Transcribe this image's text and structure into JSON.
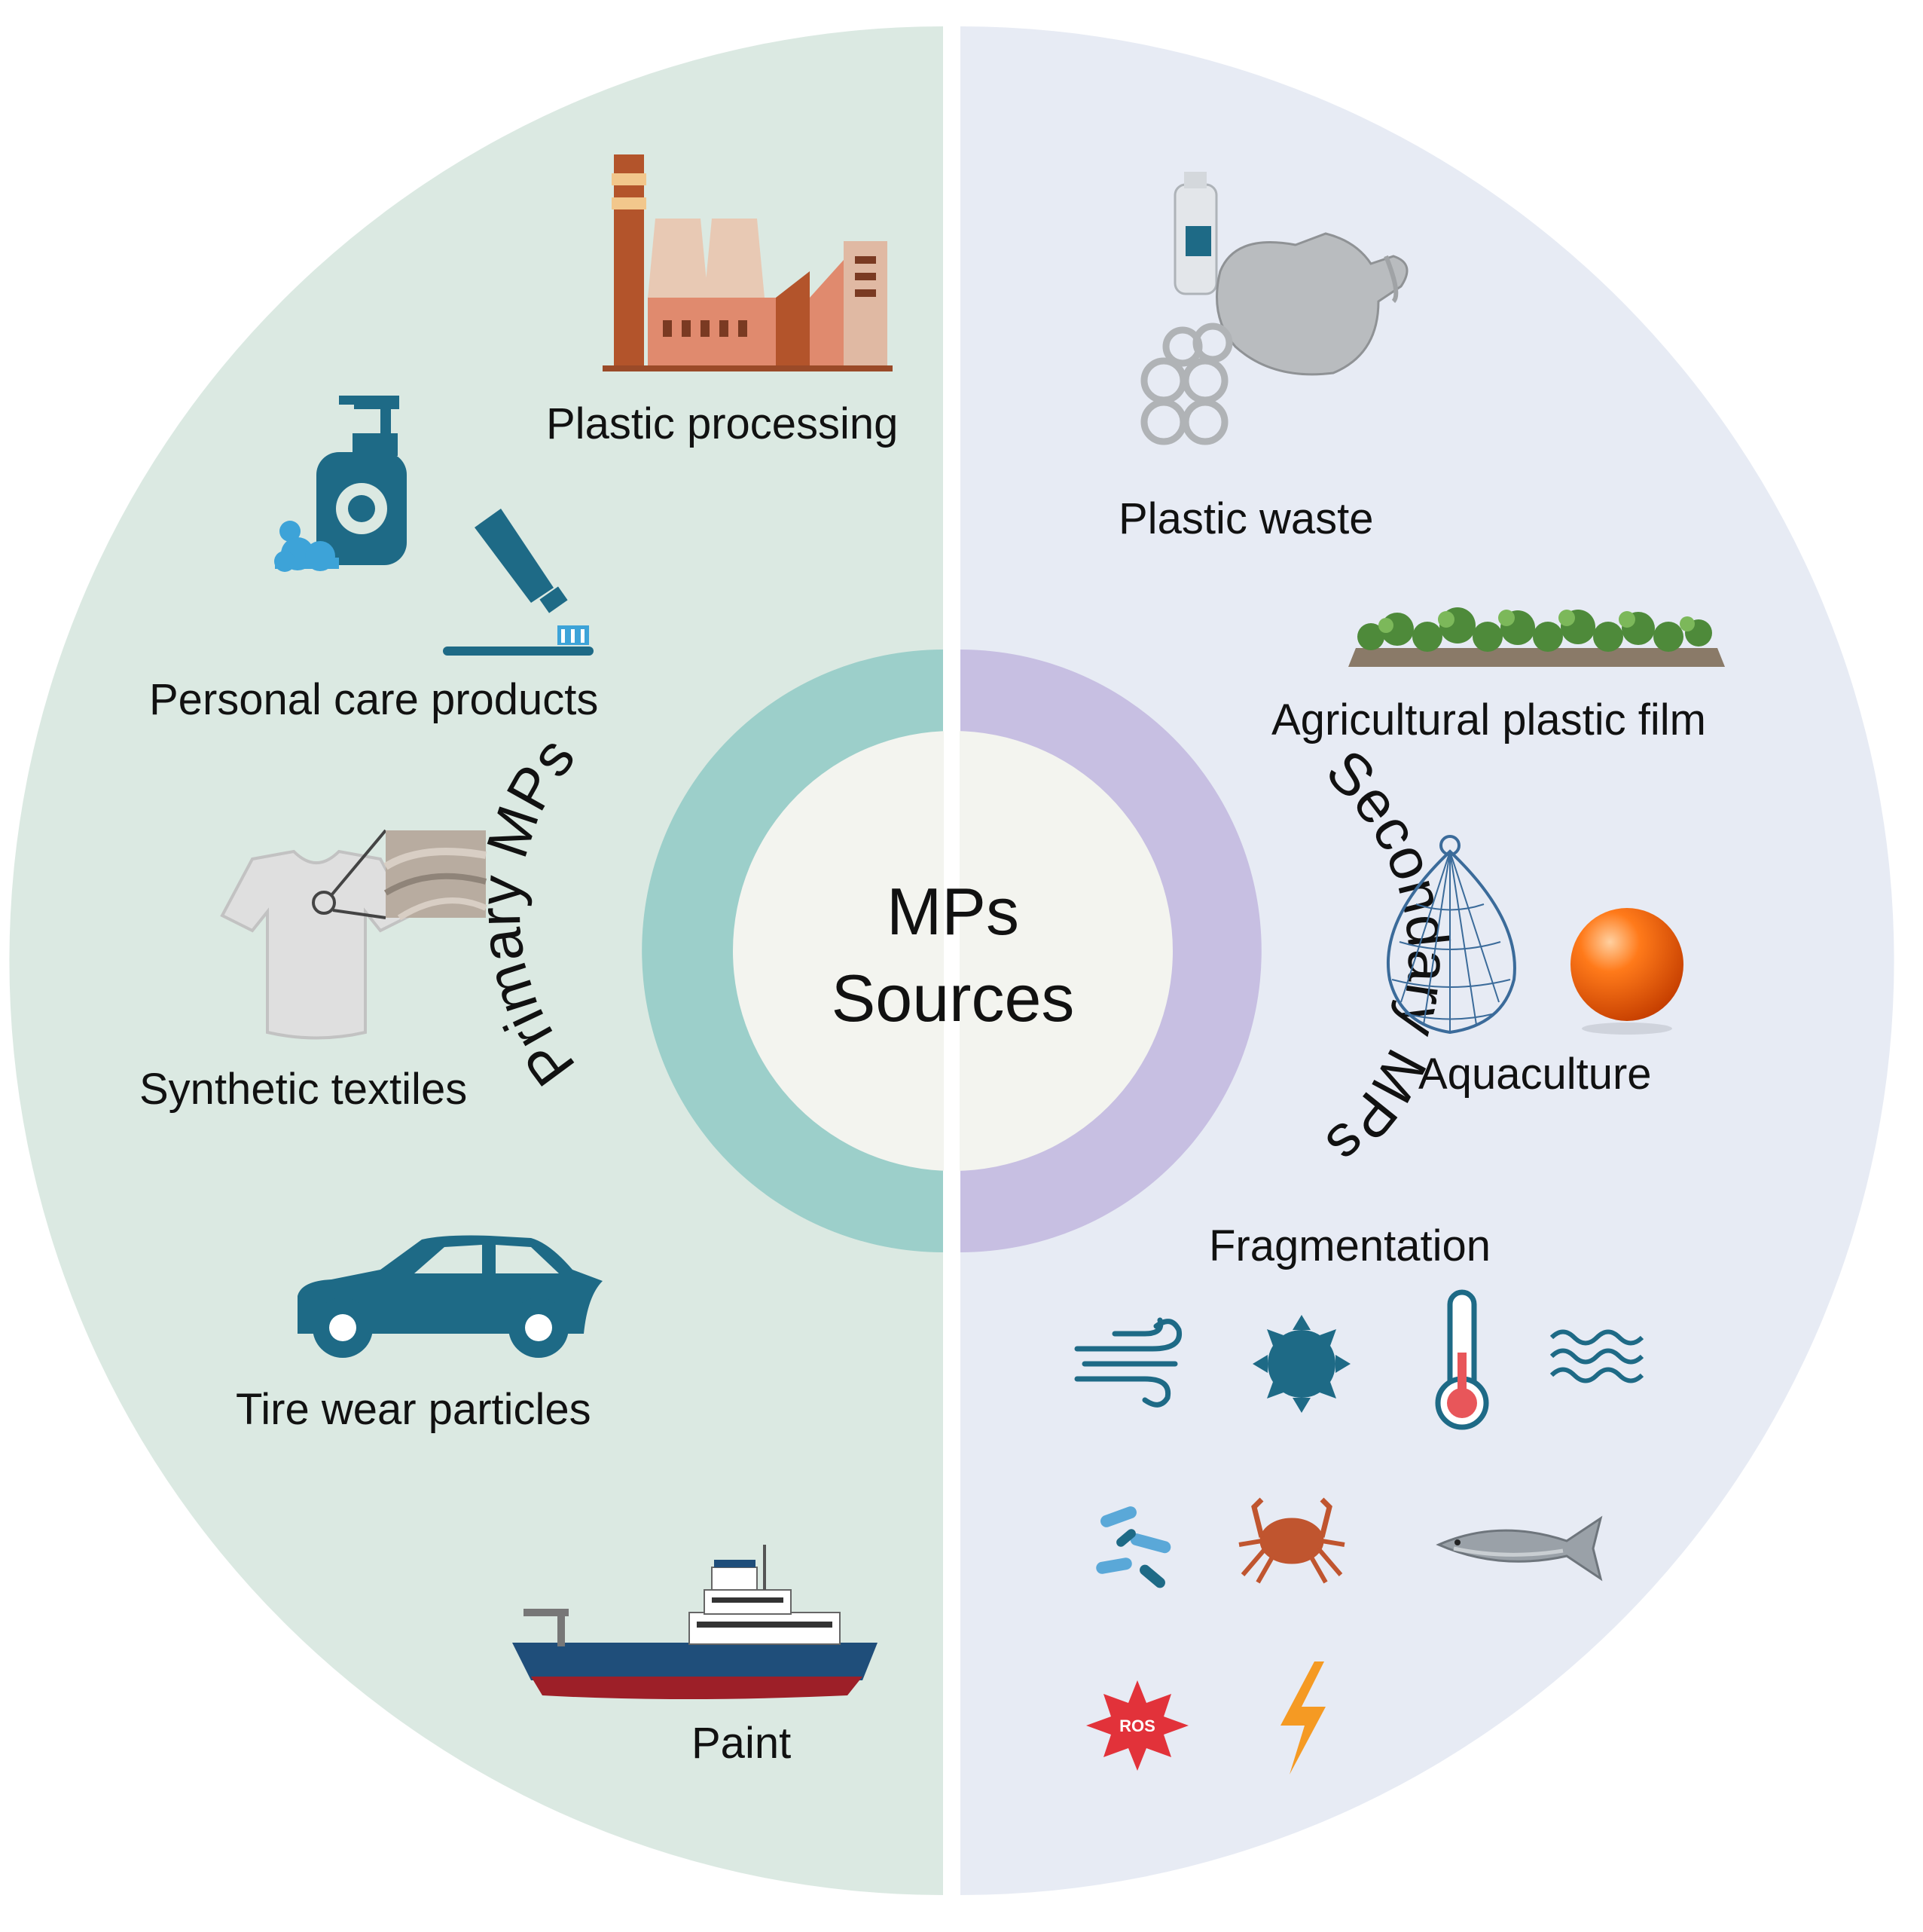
{
  "center": {
    "line1": "MPs",
    "line2": "Sources"
  },
  "primary": {
    "title": "Primary MPs",
    "color": "#dbe9e2",
    "ring_color": "#9ccfca",
    "sources": [
      {
        "label": "Plastic processing",
        "icon": "factory-icon"
      },
      {
        "label": "Personal care products",
        "icon": "soap-toothpaste-icon"
      },
      {
        "label": "Synthetic textiles",
        "icon": "tshirt-fabric-icon"
      },
      {
        "label": "Tire wear particles",
        "icon": "car-icon"
      },
      {
        "label": "Paint",
        "icon": "ship-icon"
      }
    ]
  },
  "secondary": {
    "title": "Secondary MPs",
    "color": "#e7ebf4",
    "ring_color": "#c7bfe2",
    "sources": [
      {
        "label": "Plastic waste",
        "icon": "plastic-waste-icon"
      },
      {
        "label": "Agricultural plastic film",
        "icon": "crop-field-icon"
      },
      {
        "label": "Aquaculture",
        "icon": "net-buoy-icon"
      }
    ],
    "fragmentation": {
      "title": "Fragmentation",
      "ros_label": "ROS",
      "factors": [
        "wind-icon",
        "sun-icon",
        "thermometer-icon",
        "waves-icon",
        "bacteria-icon",
        "crab-icon",
        "fish-icon",
        "ros-burst-icon",
        "lightning-icon"
      ]
    }
  },
  "accent": {
    "icon_blue": "#1e6a86",
    "brick": "#d97a5e"
  }
}
